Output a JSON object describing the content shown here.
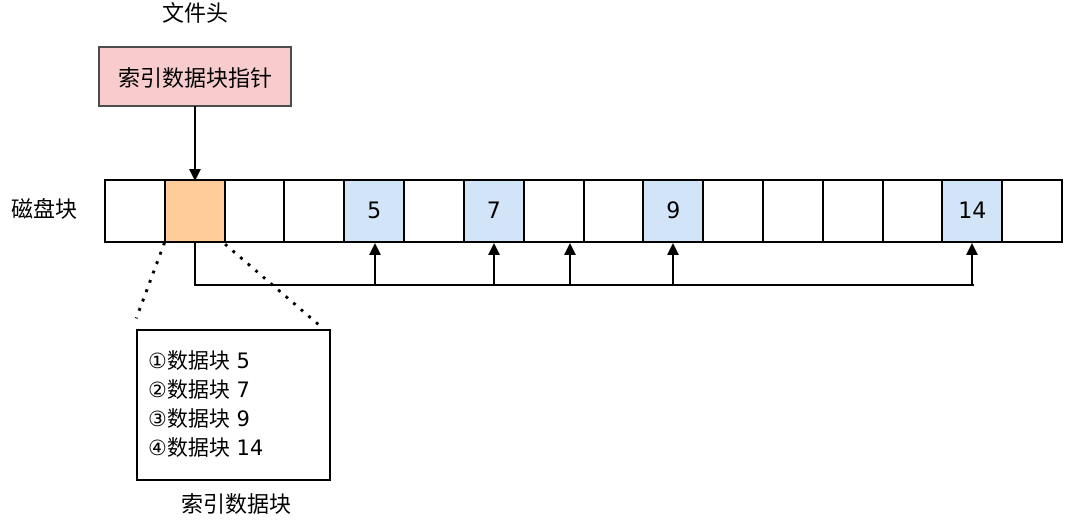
{
  "diagram": {
    "file_header_label": "文件头",
    "pointer_box_label": "索引数据块指针",
    "disk_row_label": "磁盘块",
    "index_box_label": "索引数据块",
    "colors": {
      "background": "#FFFFFF",
      "pink_fill": "#F8CCCC",
      "pink_border": "#4D4D4D",
      "orange_fill": "#FFCC99",
      "blue_fill": "#D2E4F7",
      "line": "#000000"
    },
    "blocks": [
      {
        "label": "",
        "fill": "plain"
      },
      {
        "label": "",
        "fill": "orange"
      },
      {
        "label": "",
        "fill": "plain"
      },
      {
        "label": "",
        "fill": "plain"
      },
      {
        "label": "5",
        "fill": "blue"
      },
      {
        "label": "",
        "fill": "plain"
      },
      {
        "label": "7",
        "fill": "blue"
      },
      {
        "label": "",
        "fill": "plain"
      },
      {
        "label": "",
        "fill": "plain"
      },
      {
        "label": "9",
        "fill": "blue"
      },
      {
        "label": "",
        "fill": "plain"
      },
      {
        "label": "",
        "fill": "plain"
      },
      {
        "label": "",
        "fill": "plain"
      },
      {
        "label": "",
        "fill": "plain"
      },
      {
        "label": "14",
        "fill": "blue"
      },
      {
        "label": "",
        "fill": "plain"
      }
    ],
    "index_entries": [
      "①数据块 5",
      "②数据块 7",
      "③数据块 9",
      "④数据块 14"
    ]
  }
}
